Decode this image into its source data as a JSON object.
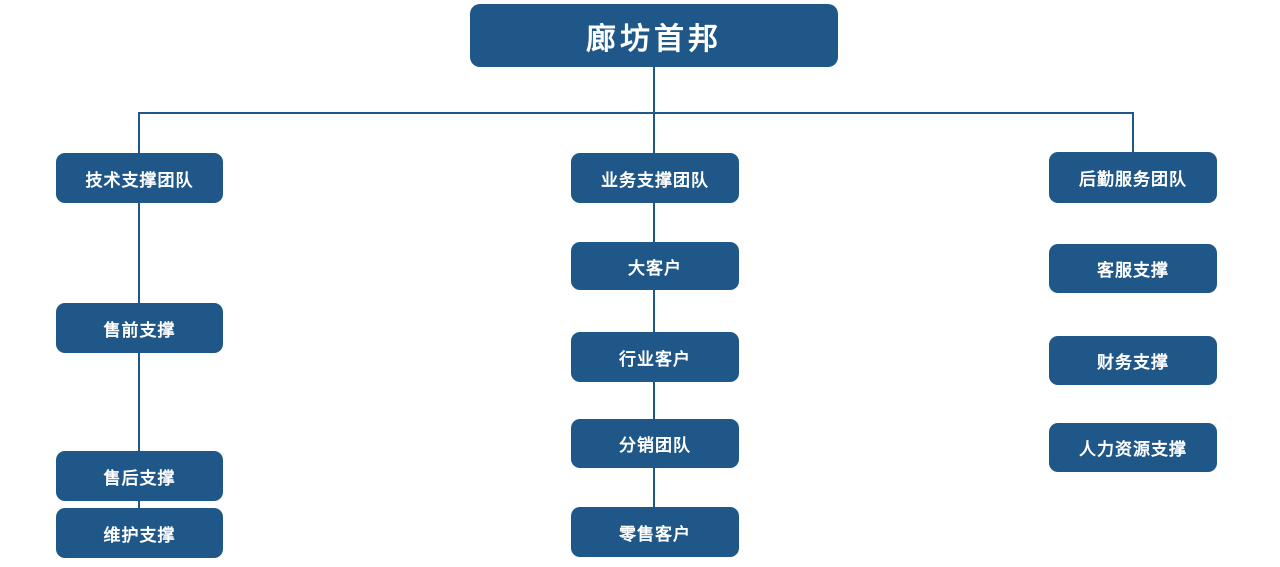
{
  "org_chart": {
    "title": "廊坊首邦",
    "colors": {
      "node_fill": "#1F5788",
      "node_text": "#FFFFFF",
      "connector": "#1F5788",
      "background": "#FFFFFF"
    },
    "root": {
      "label": "廊坊首邦"
    },
    "columns": [
      {
        "head": {
          "label": "技术支撑团队"
        },
        "children_connected_by_lines": true,
        "children": [
          {
            "label": "售前支撑"
          },
          {
            "label": "售后支撑"
          },
          {
            "label": "维护支撑"
          }
        ]
      },
      {
        "head": {
          "label": "业务支撑团队"
        },
        "children_connected_by_lines": true,
        "children": [
          {
            "label": "大客户"
          },
          {
            "label": "行业客户"
          },
          {
            "label": "分销团队"
          },
          {
            "label": "零售客户"
          }
        ]
      },
      {
        "head": {
          "label": "后勤服务团队"
        },
        "children_connected_by_lines": false,
        "children": [
          {
            "label": "客服支撑"
          },
          {
            "label": "财务支撑"
          },
          {
            "label": "人力资源支撑"
          }
        ]
      }
    ]
  }
}
